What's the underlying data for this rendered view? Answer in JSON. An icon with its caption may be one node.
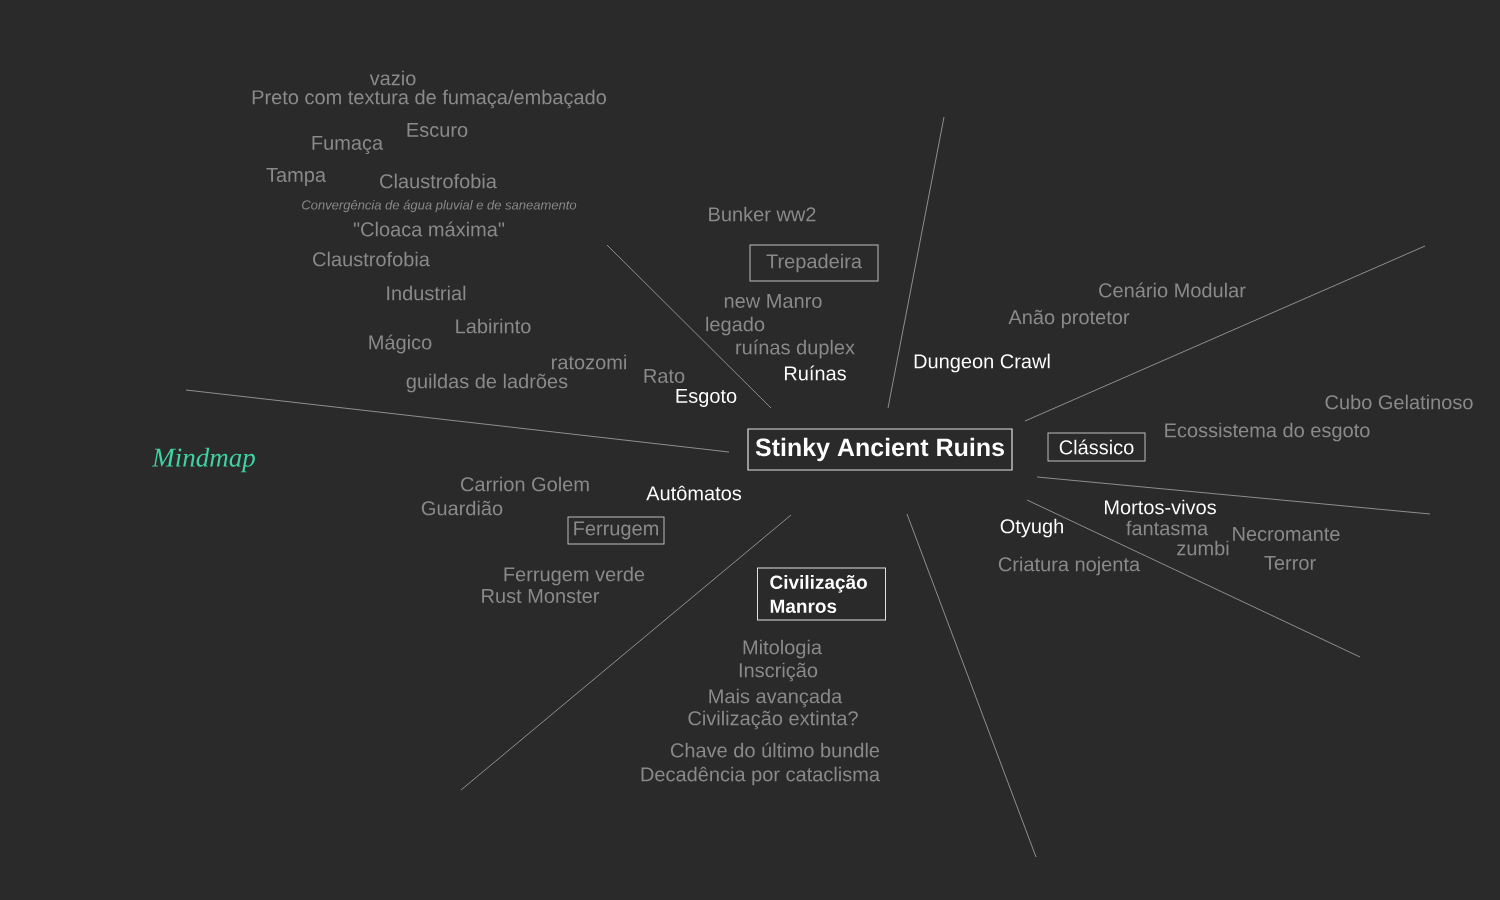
{
  "diagram": {
    "title": "Mindmap",
    "nodes": [
      {
        "text": [
          "Stinky Ancient Ruins"
        ]
      },
      {
        "text": [
          "Trepadeira"
        ]
      },
      {
        "text": [
          "Clássico"
        ]
      },
      {
        "text": [
          "Ferrugem"
        ]
      },
      {
        "text": [
          "Civilização Manros"
        ]
      }
    ],
    "labels": [
      "vazio",
      "Preto com textura de fumaça/embaçado",
      "Escuro",
      "Fumaça",
      "Tampa",
      "Claustrofobia",
      "Convergência de água pluvial e de saneamento",
      "Bunker ww2",
      "\"Cloaca máxima\"",
      "Claustrofobia",
      "Cenário Modular",
      "Industrial",
      "new Manro",
      "Anão protetor",
      "Labirinto",
      "legado",
      "Mágico",
      "ruínas duplex",
      "ratozomi",
      "Dungeon Crawl",
      "Ruínas",
      "Rato",
      "guildas de ladrões",
      "Esgoto",
      "Cubo Gelatinoso",
      "Ecossistema do esgoto",
      "Carrion Golem",
      "Autômatos",
      "Mortos-vivos",
      "Guardião",
      "Otyugh",
      "fantasma",
      "Necromante",
      "zumbi",
      "Terror",
      "Criatura nojenta",
      "Ferrugem verde",
      "Rust Monster",
      "Mitologia",
      "Inscrição",
      "Mais avançada",
      "Civilização extinta?",
      "Chave do último bundle",
      "Decadência por cataclisma"
    ]
  }
}
